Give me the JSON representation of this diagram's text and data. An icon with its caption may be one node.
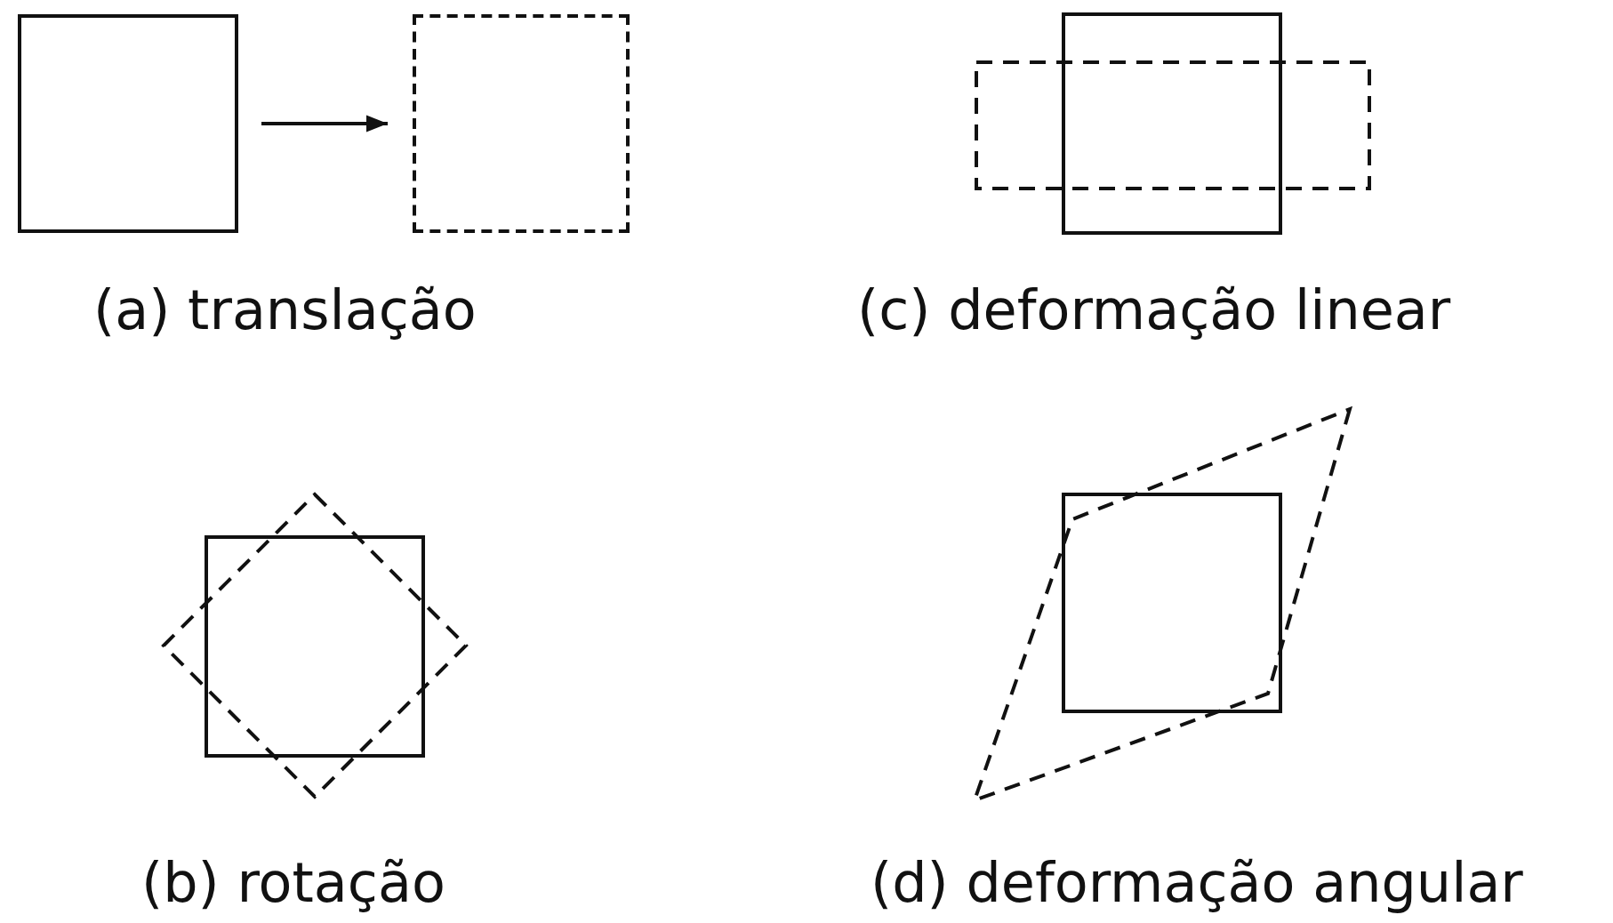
{
  "diagram": {
    "nodes": [
      {
        "text": [],
        "shape": "box"
      },
      {
        "text": [],
        "shape": "box"
      }
    ],
    "edges": [
      {
        "from": 0,
        "to": 1,
        "arrow": "to"
      }
    ],
    "labels": [
      "(a) translação",
      "(c) deformação linear",
      "(b) rotação",
      "(d) deformação angular"
    ]
  }
}
